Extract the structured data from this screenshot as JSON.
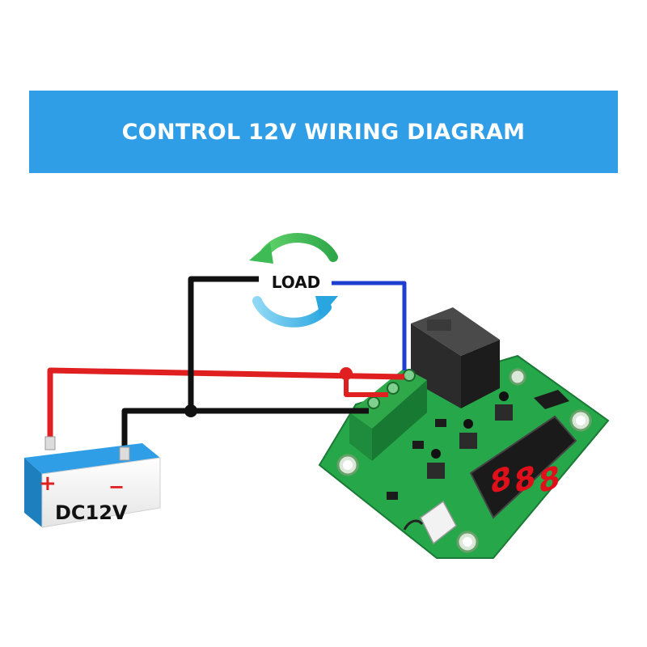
{
  "banner": {
    "title": "CONTROL 12V WIRING DIAGRAM"
  },
  "load": {
    "label": "LOAD"
  },
  "battery": {
    "label": "DC12V",
    "plus": "+",
    "minus": "−"
  },
  "colors": {
    "banner": "#2f9ee6",
    "wire_positive": "#e02020",
    "wire_negative": "#111111",
    "wire_load": "#1f3fd0",
    "battery_cap": "#2f9ee6",
    "pcb": "#26a84a",
    "terminal_block": "#1e8c3c",
    "relay": "#2b2b2b",
    "display_digits": "#e0101a"
  },
  "board": {
    "display_digits": [
      "8",
      "8",
      "8"
    ]
  }
}
